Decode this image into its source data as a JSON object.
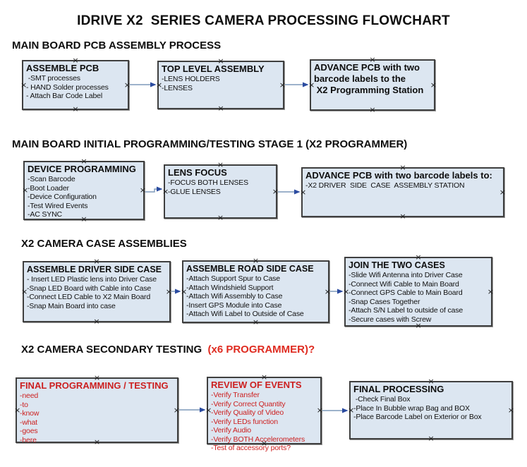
{
  "title": "IDRIVE X2  SERIES CAMERA PROCESSING FLOWCHART",
  "colors": {
    "text": "#111111",
    "box_fill": "#dce6f1",
    "box_border": "#3f3f3f",
    "connector_line": "#7d99ba",
    "connector_arrow": "#2b4ba0",
    "red_text": "#cc2020",
    "header_red": "#df2b20"
  },
  "sections": [
    {
      "header": {
        "text": "MAIN BOARD PCB ASSEMBLY PROCESS",
        "suffix": ""
      },
      "boxes": [
        {
          "title": "ASSEMBLE PCB",
          "items": [
            " -SMT processes",
            "- HAND Solder processes",
            "- Attach Bar Code Label"
          ]
        },
        {
          "title": "TOP LEVEL ASSEMBLY",
          "items": [
            "-LENS HOLDERS",
            "-LENSES"
          ]
        },
        {
          "title": "ADVANCE PCB with two\nbarcode labels to the\n X2 Programming Station",
          "items": []
        }
      ]
    },
    {
      "header": {
        "text": "MAIN BOARD INITIAL PROGRAMMING/TESTING STAGE 1 (X2 PROGRAMMER)",
        "suffix": ""
      },
      "boxes": [
        {
          "title": "DEVICE PROGRAMMING",
          "items": [
            "-Scan Barcode",
            "-Boot Loader",
            "-Device Configuration",
            "-Test Wired Events",
            "-AC SYNC"
          ]
        },
        {
          "title": "LENS FOCUS",
          "items": [
            "-FOCUS BOTH LENSES",
            "-GLUE LENSES"
          ]
        },
        {
          "title": "ADVANCE PCB with two barcode labels to:",
          "items": [
            "-X2 DRIVER  SIDE  CASE  ASSEMBLY STATION"
          ]
        }
      ]
    },
    {
      "header": {
        "text": "X2 CAMERA CASE ASSEMBLIES",
        "suffix": ""
      },
      "boxes": [
        {
          "title": "ASSEMBLE DRIVER SIDE CASE",
          "items": [
            "- Insert LED Plastic lens into Driver Case",
            "-Snap LED Board with Cable into Case",
            "-Connect LED Cable to X2 Main Board",
            "-Snap Main Board into case"
          ]
        },
        {
          "title": "ASSEMBLE ROAD SIDE CASE",
          "items": [
            "-Attach Support Spur to Case",
            "-Attach Windshield Support",
            "-Attach Wifi Assembly to Case",
            "-Insert GPS Module into Case",
            "-Attach Wifi Label to Outside of Case"
          ]
        },
        {
          "title": "JOIN THE TWO CASES",
          "items": [
            "-Slide Wifi Antenna into Driver Case",
            "-Connect Wifi Cable to Main Board",
            "-Connect GPS Cable to Main Board",
            "-Snap Cases Together",
            "-Attach S/N Label to outside of case",
            "-Secure cases with Screw"
          ]
        }
      ]
    },
    {
      "header": {
        "text": "X2 CAMERA SECONDARY TESTING ",
        "suffix": " (x6 PROGRAMMER)?"
      },
      "boxes": [
        {
          "title": "FINAL PROGRAMMING / TESTING",
          "items": [
            "-need",
            "-to",
            "-know",
            "-what",
            "-goes",
            "-here"
          ]
        },
        {
          "title": "REVIEW OF EVENTS",
          "items": [
            "-Verify Transfer",
            "-Verify Correct Quantity",
            "-Verify Quality of Video",
            "-Verify LEDs function",
            "-Verify Audio",
            "-Verify BOTH Accelerometers",
            "-Test of accessory ports?"
          ]
        },
        {
          "title": "FINAL PROCESSING",
          "items": [
            " -Check Final Box",
            "-Place In Bubble wrap Bag and BOX",
            "-Place Barcode Label on Exterior or Box"
          ]
        }
      ]
    }
  ]
}
